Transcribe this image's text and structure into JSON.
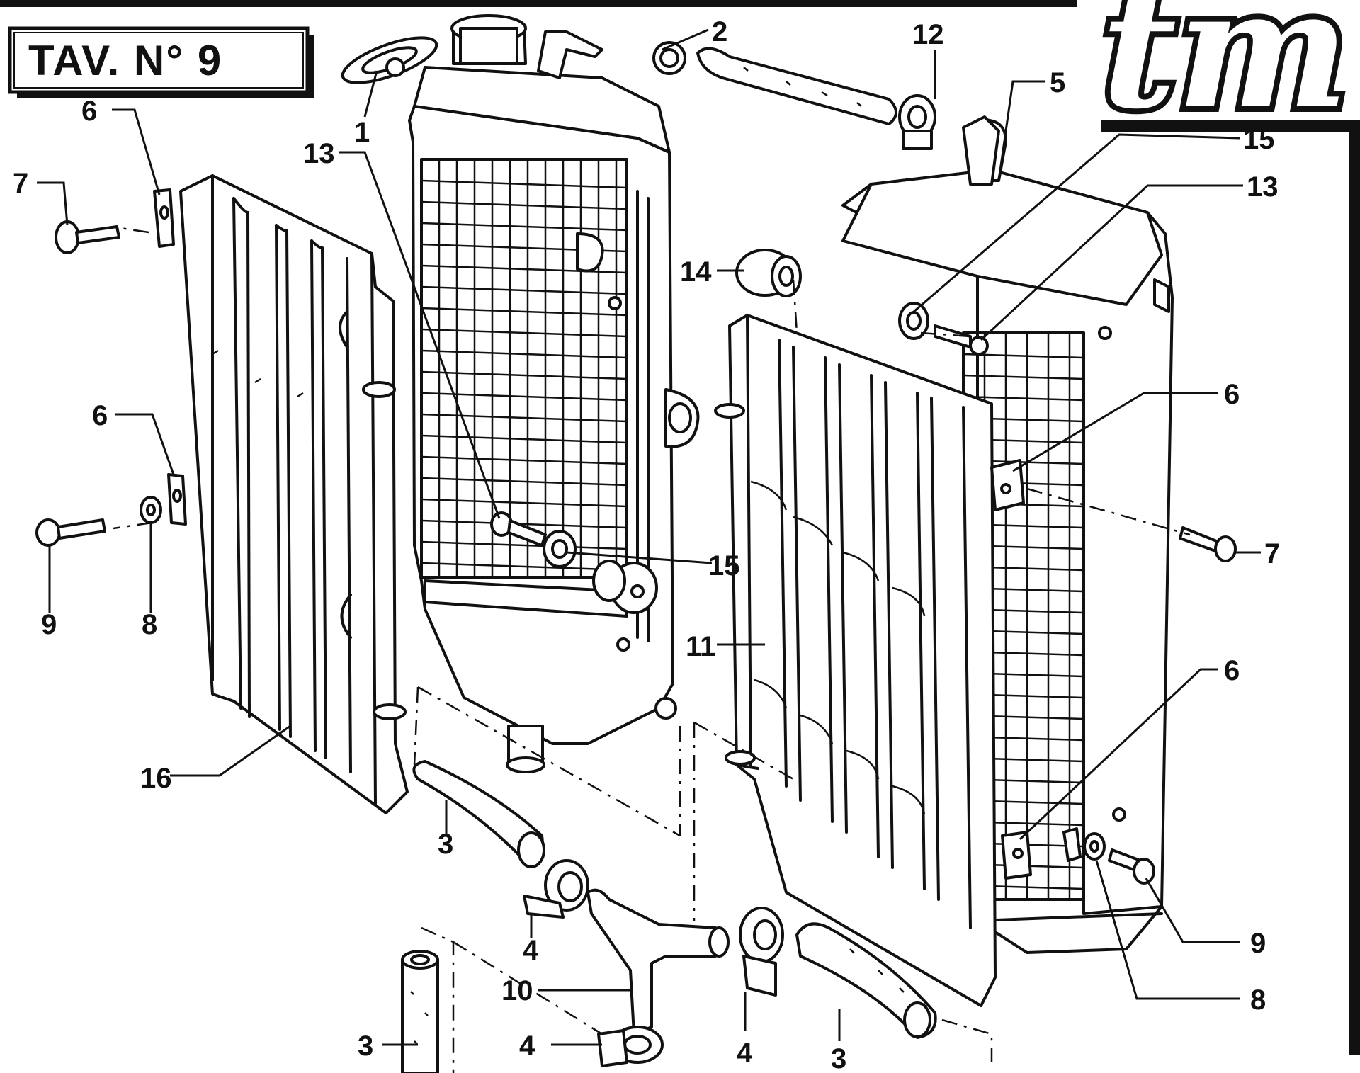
{
  "title": "TAV. N° 9",
  "logo": "tm",
  "colors": {
    "ink": "#111111",
    "paper": "#ffffff"
  },
  "callouts": [
    "1",
    "2",
    "12",
    "5",
    "15",
    "13",
    "6",
    "7",
    "13",
    "14",
    "6",
    "6",
    "8",
    "9",
    "15",
    "11",
    "7",
    "6",
    "16",
    "3",
    "4",
    "10",
    "4",
    "3",
    "4",
    "3",
    "9",
    "8"
  ]
}
